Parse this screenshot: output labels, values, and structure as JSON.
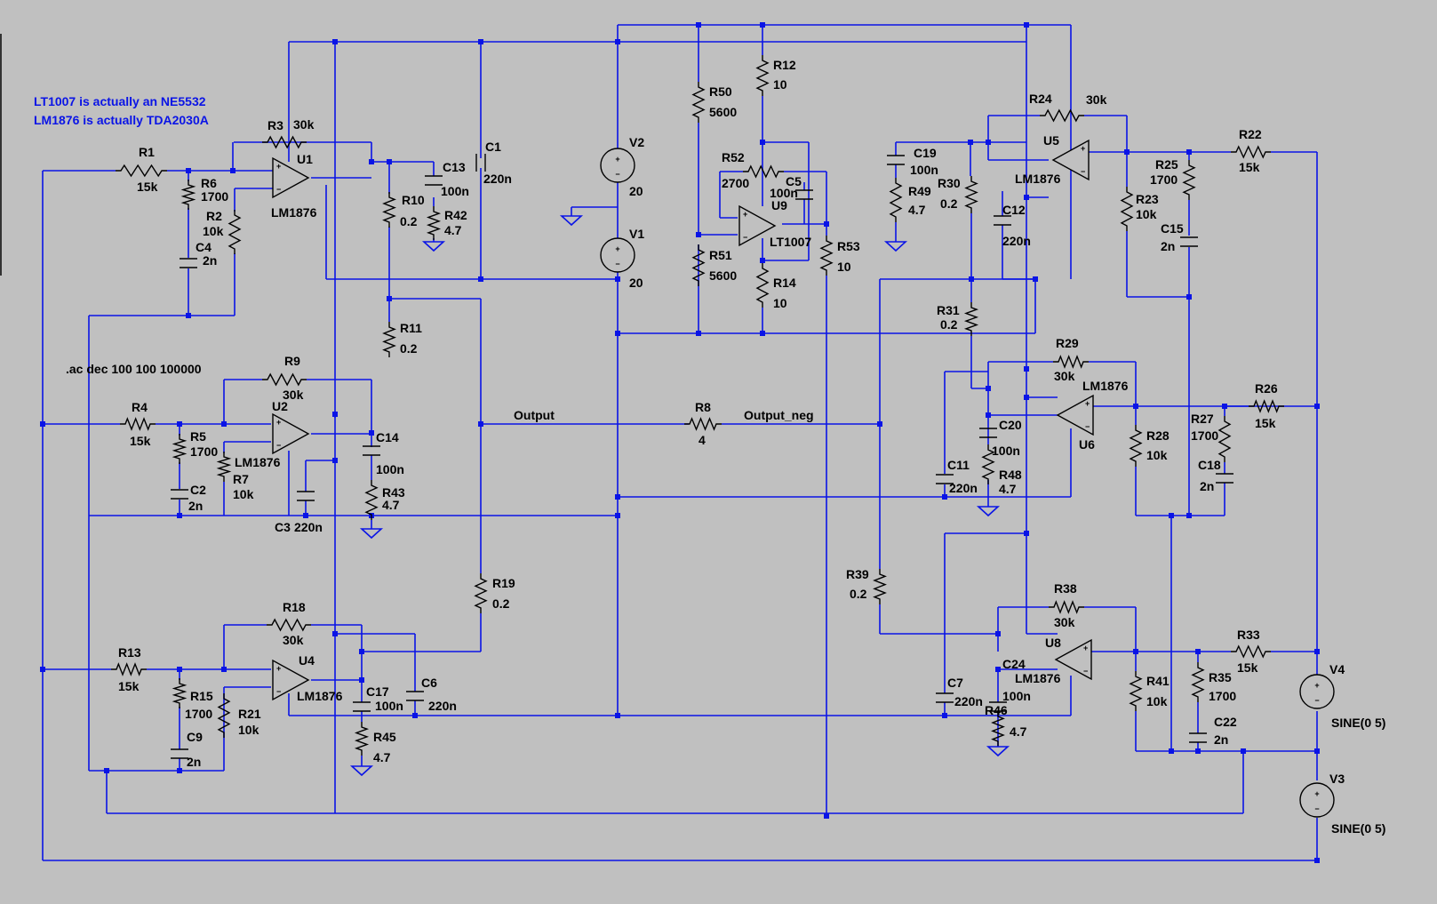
{
  "notes": [
    "LT1007 is actually an NE5532",
    "LM1876 is actually TDA2030A"
  ],
  "directive": ".ac dec 100 100 100000",
  "colors": {
    "background": "#c0c0c0",
    "wire": "#0a14e6",
    "component": "#000000"
  },
  "nets": {
    "output": "Output",
    "output_neg": "Output_neg"
  },
  "components": {
    "U1": {
      "name": "U1",
      "value": "LM1876"
    },
    "U2": {
      "name": "U2",
      "value": "LM1876"
    },
    "U4": {
      "name": "U4",
      "value": "LM1876"
    },
    "U5": {
      "name": "U5",
      "value": "LM1876"
    },
    "U6": {
      "name": "U6",
      "value": "LM1876"
    },
    "U8": {
      "name": "U8",
      "value": "LM1876"
    },
    "U9": {
      "name": "U9",
      "value": "LT1007"
    },
    "V1": {
      "name": "V1",
      "value": "20"
    },
    "V2": {
      "name": "V2",
      "value": "20"
    },
    "V3": {
      "name": "V3",
      "value": "SINE(0 5)"
    },
    "V4": {
      "name": "V4",
      "value": "SINE(0 5)"
    },
    "R1": {
      "name": "R1",
      "value": "15k"
    },
    "R2": {
      "name": "R2",
      "value": "10k"
    },
    "R3": {
      "name": "R3",
      "value": "30k"
    },
    "R4": {
      "name": "R4",
      "value": "15k"
    },
    "R5": {
      "name": "R5",
      "value": "1700"
    },
    "R6": {
      "name": "R6",
      "value": "1700"
    },
    "R7": {
      "name": "R7",
      "value": "10k"
    },
    "R8": {
      "name": "R8",
      "value": "4"
    },
    "R9": {
      "name": "R9",
      "value": "30k"
    },
    "R10": {
      "name": "R10",
      "value": "0.2"
    },
    "R11": {
      "name": "R11",
      "value": "0.2"
    },
    "R12": {
      "name": "R12",
      "value": "10"
    },
    "R13": {
      "name": "R13",
      "value": "15k"
    },
    "R14": {
      "name": "R14",
      "value": "10"
    },
    "R15": {
      "name": "R15",
      "value": "1700"
    },
    "R18": {
      "name": "R18",
      "value": "30k"
    },
    "R19": {
      "name": "R19",
      "value": "0.2"
    },
    "R21": {
      "name": "R21",
      "value": "10k"
    },
    "R22": {
      "name": "R22",
      "value": "15k"
    },
    "R23": {
      "name": "R23",
      "value": "10k"
    },
    "R24": {
      "name": "R24",
      "value": "30k"
    },
    "R25": {
      "name": "R25",
      "value": "1700"
    },
    "R26": {
      "name": "R26",
      "value": "15k"
    },
    "R27": {
      "name": "R27",
      "value": "1700"
    },
    "R28": {
      "name": "R28",
      "value": "10k"
    },
    "R29": {
      "name": "R29",
      "value": "30k"
    },
    "R30": {
      "name": "R30",
      "value": "0.2"
    },
    "R31": {
      "name": "R31",
      "value": "0.2"
    },
    "R33": {
      "name": "R33",
      "value": "15k"
    },
    "R35": {
      "name": "R35",
      "value": "1700"
    },
    "R38": {
      "name": "R38",
      "value": "30k"
    },
    "R39": {
      "name": "R39",
      "value": "0.2"
    },
    "R41": {
      "name": "R41",
      "value": "10k"
    },
    "R42": {
      "name": "R42",
      "value": "4.7"
    },
    "R43": {
      "name": "R43",
      "value": "4.7"
    },
    "R45": {
      "name": "R45",
      "value": "4.7"
    },
    "R46": {
      "name": "R46",
      "value": "4.7"
    },
    "R48": {
      "name": "R48",
      "value": "4.7"
    },
    "R49": {
      "name": "R49",
      "value": "4.7"
    },
    "R50": {
      "name": "R50",
      "value": "5600"
    },
    "R51": {
      "name": "R51",
      "value": "5600"
    },
    "R52": {
      "name": "R52",
      "value": "2700"
    },
    "R53": {
      "name": "R53",
      "value": "10"
    },
    "C1": {
      "name": "C1",
      "value": "220n"
    },
    "C2": {
      "name": "C2",
      "value": "2n"
    },
    "C3": {
      "name": "C3",
      "value": "220n"
    },
    "C4": {
      "name": "C4",
      "value": "2n"
    },
    "C5": {
      "name": "C5",
      "value": "100n"
    },
    "C6": {
      "name": "C6",
      "value": "220n"
    },
    "C7": {
      "name": "C7",
      "value": "220n"
    },
    "C9": {
      "name": "C9",
      "value": "2n"
    },
    "C11": {
      "name": "C11",
      "value": "220n"
    },
    "C12": {
      "name": "C12",
      "value": "220n"
    },
    "C13": {
      "name": "C13",
      "value": "100n"
    },
    "C14": {
      "name": "C14",
      "value": "100n"
    },
    "C15": {
      "name": "C15",
      "value": "2n"
    },
    "C17": {
      "name": "C17",
      "value": "100n"
    },
    "C18": {
      "name": "C18",
      "value": "2n"
    },
    "C19": {
      "name": "C19",
      "value": "100n"
    },
    "C20": {
      "name": "C20",
      "value": "100n"
    },
    "C22": {
      "name": "C22",
      "value": "2n"
    },
    "C24": {
      "name": "C24",
      "value": "100n"
    }
  }
}
